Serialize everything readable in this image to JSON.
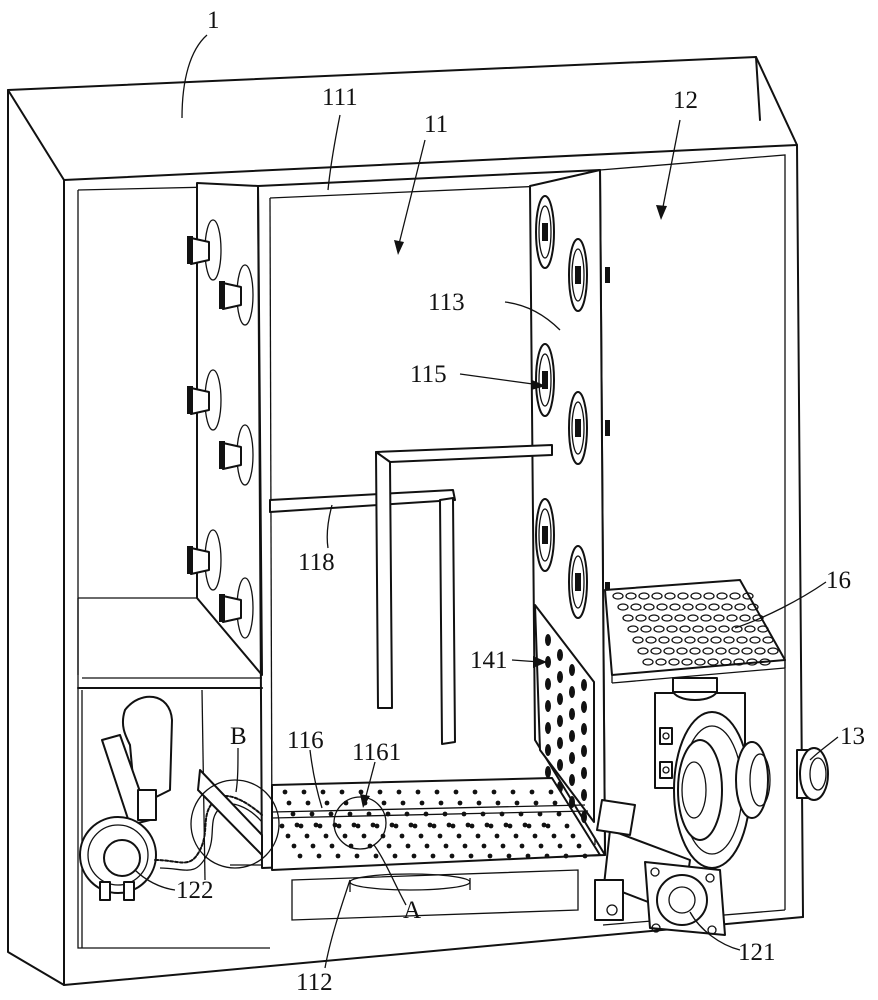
{
  "labels": {
    "l1": "1",
    "l111": "111",
    "l11": "11",
    "l12": "12",
    "l113": "113",
    "l115": "115",
    "l118": "118",
    "l16": "16",
    "l141": "141",
    "l13": "13",
    "lB": "B",
    "l116": "116",
    "l1161": "1161",
    "lA": "A",
    "l122": "122",
    "l112": "112",
    "l121": "121"
  }
}
